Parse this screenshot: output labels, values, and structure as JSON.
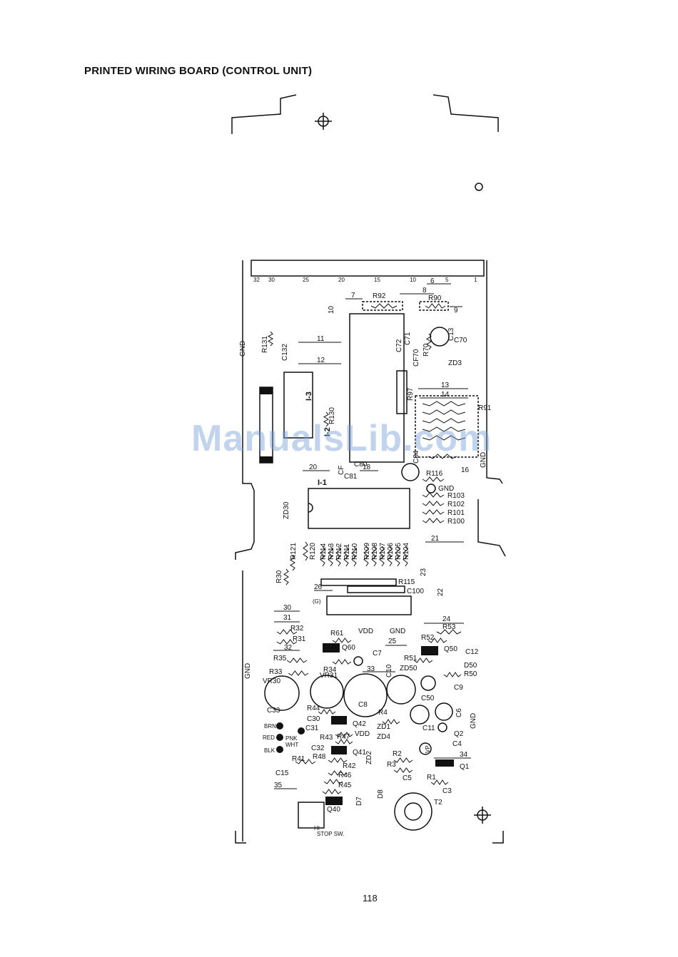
{
  "page": {
    "title": "PRINTED WIRING BOARD (CONTROL UNIT)",
    "page_number": "118",
    "watermark": "ManualsLib.com"
  },
  "connector": {
    "pin_numbers": [
      "32",
      "30",
      "25",
      "20",
      "15",
      "10",
      "5",
      "1"
    ]
  },
  "nets": {
    "n6": "6",
    "n7": "7",
    "n8": "8",
    "n9": "9",
    "n10": "10",
    "n11": "11",
    "n12": "12",
    "n13": "13",
    "n14": "14",
    "n16": "16",
    "n18": "18",
    "n20": "20",
    "n21": "21",
    "n22": "22",
    "n23": "23",
    "n24": "24",
    "n25": "25",
    "n26": "26",
    "n30": "30",
    "n31": "31",
    "n32": "32",
    "n33": "33",
    "n34": "34",
    "n35": "35"
  },
  "ics": {
    "i1": "I-1",
    "i2": "I-2",
    "i3": "I-3"
  },
  "labels": {
    "gnd": "GND",
    "vdd": "VDD",
    "stop_sw": "STOP SW.",
    "hi": "HI",
    "brn": "BRN",
    "red": "RED",
    "pnk": "PNK",
    "wht": "WHT",
    "blk": "BLK",
    "g1": "(G)",
    "cf": "CF",
    "cf70": "CF70",
    "t2": "T2",
    "vp": "VP"
  },
  "resistors": {
    "r1": "R1",
    "r2": "R2",
    "r3": "R3",
    "r4": "R4",
    "r30": "R30",
    "r31": "R31",
    "r32": "R32",
    "r33": "R33",
    "r34": "R34",
    "r35": "R35",
    "r41": "R41",
    "r42": "R42",
    "r43": "R43",
    "r44": "R44",
    "r45": "R45",
    "r46": "R46",
    "r47": "R47",
    "r48": "R48",
    "r50": "R50",
    "r51": "R51",
    "r52": "R52",
    "r53": "R53",
    "r61": "R61",
    "r70": "R70",
    "r90": "R90",
    "r91": "R91",
    "r92": "R92",
    "r97": "R97",
    "r100": "R100",
    "r101": "R101",
    "r102": "R102",
    "r103": "R103",
    "r104": "R104",
    "r105": "R105",
    "r106": "R106",
    "r107": "R107",
    "r108": "R108",
    "r109": "R109",
    "r110": "R110",
    "r111": "R111",
    "r112": "R112",
    "r113": "R113",
    "r114": "R114",
    "r115": "R115",
    "r116": "R116",
    "r120": "R120",
    "r121": "R121",
    "r130": "R130",
    "r131": "R131"
  },
  "capacitors": {
    "c3": "C3",
    "c4": "C4",
    "c5": "C5",
    "c6": "C6",
    "c7": "C7",
    "c8": "C8",
    "c9": "C9",
    "c10": "C10",
    "c11": "C11",
    "c12": "C12",
    "c13": "C13",
    "c15": "C15",
    "c30": "C30",
    "c31": "C31",
    "c32": "C32",
    "c33": "C33",
    "c50": "C50",
    "c70": "C70",
    "c71": "C71",
    "c72": "C72",
    "c80": "C80",
    "c81": "C81",
    "c84": "C84",
    "c100": "C100",
    "c132": "C132"
  },
  "semis": {
    "q1": "Q1",
    "q2": "Q2",
    "q40": "Q40",
    "q41": "Q41",
    "q42": "Q42",
    "q50": "Q50",
    "q60": "Q60",
    "zd1": "ZD1",
    "zd2": "ZD2",
    "zd3": "ZD3",
    "zd4": "ZD4",
    "zd30": "ZD30",
    "zd50": "ZD50",
    "d7": "D7",
    "d8": "D8",
    "d50": "D50",
    "vr30": "VR30",
    "vr31": "VR31"
  }
}
